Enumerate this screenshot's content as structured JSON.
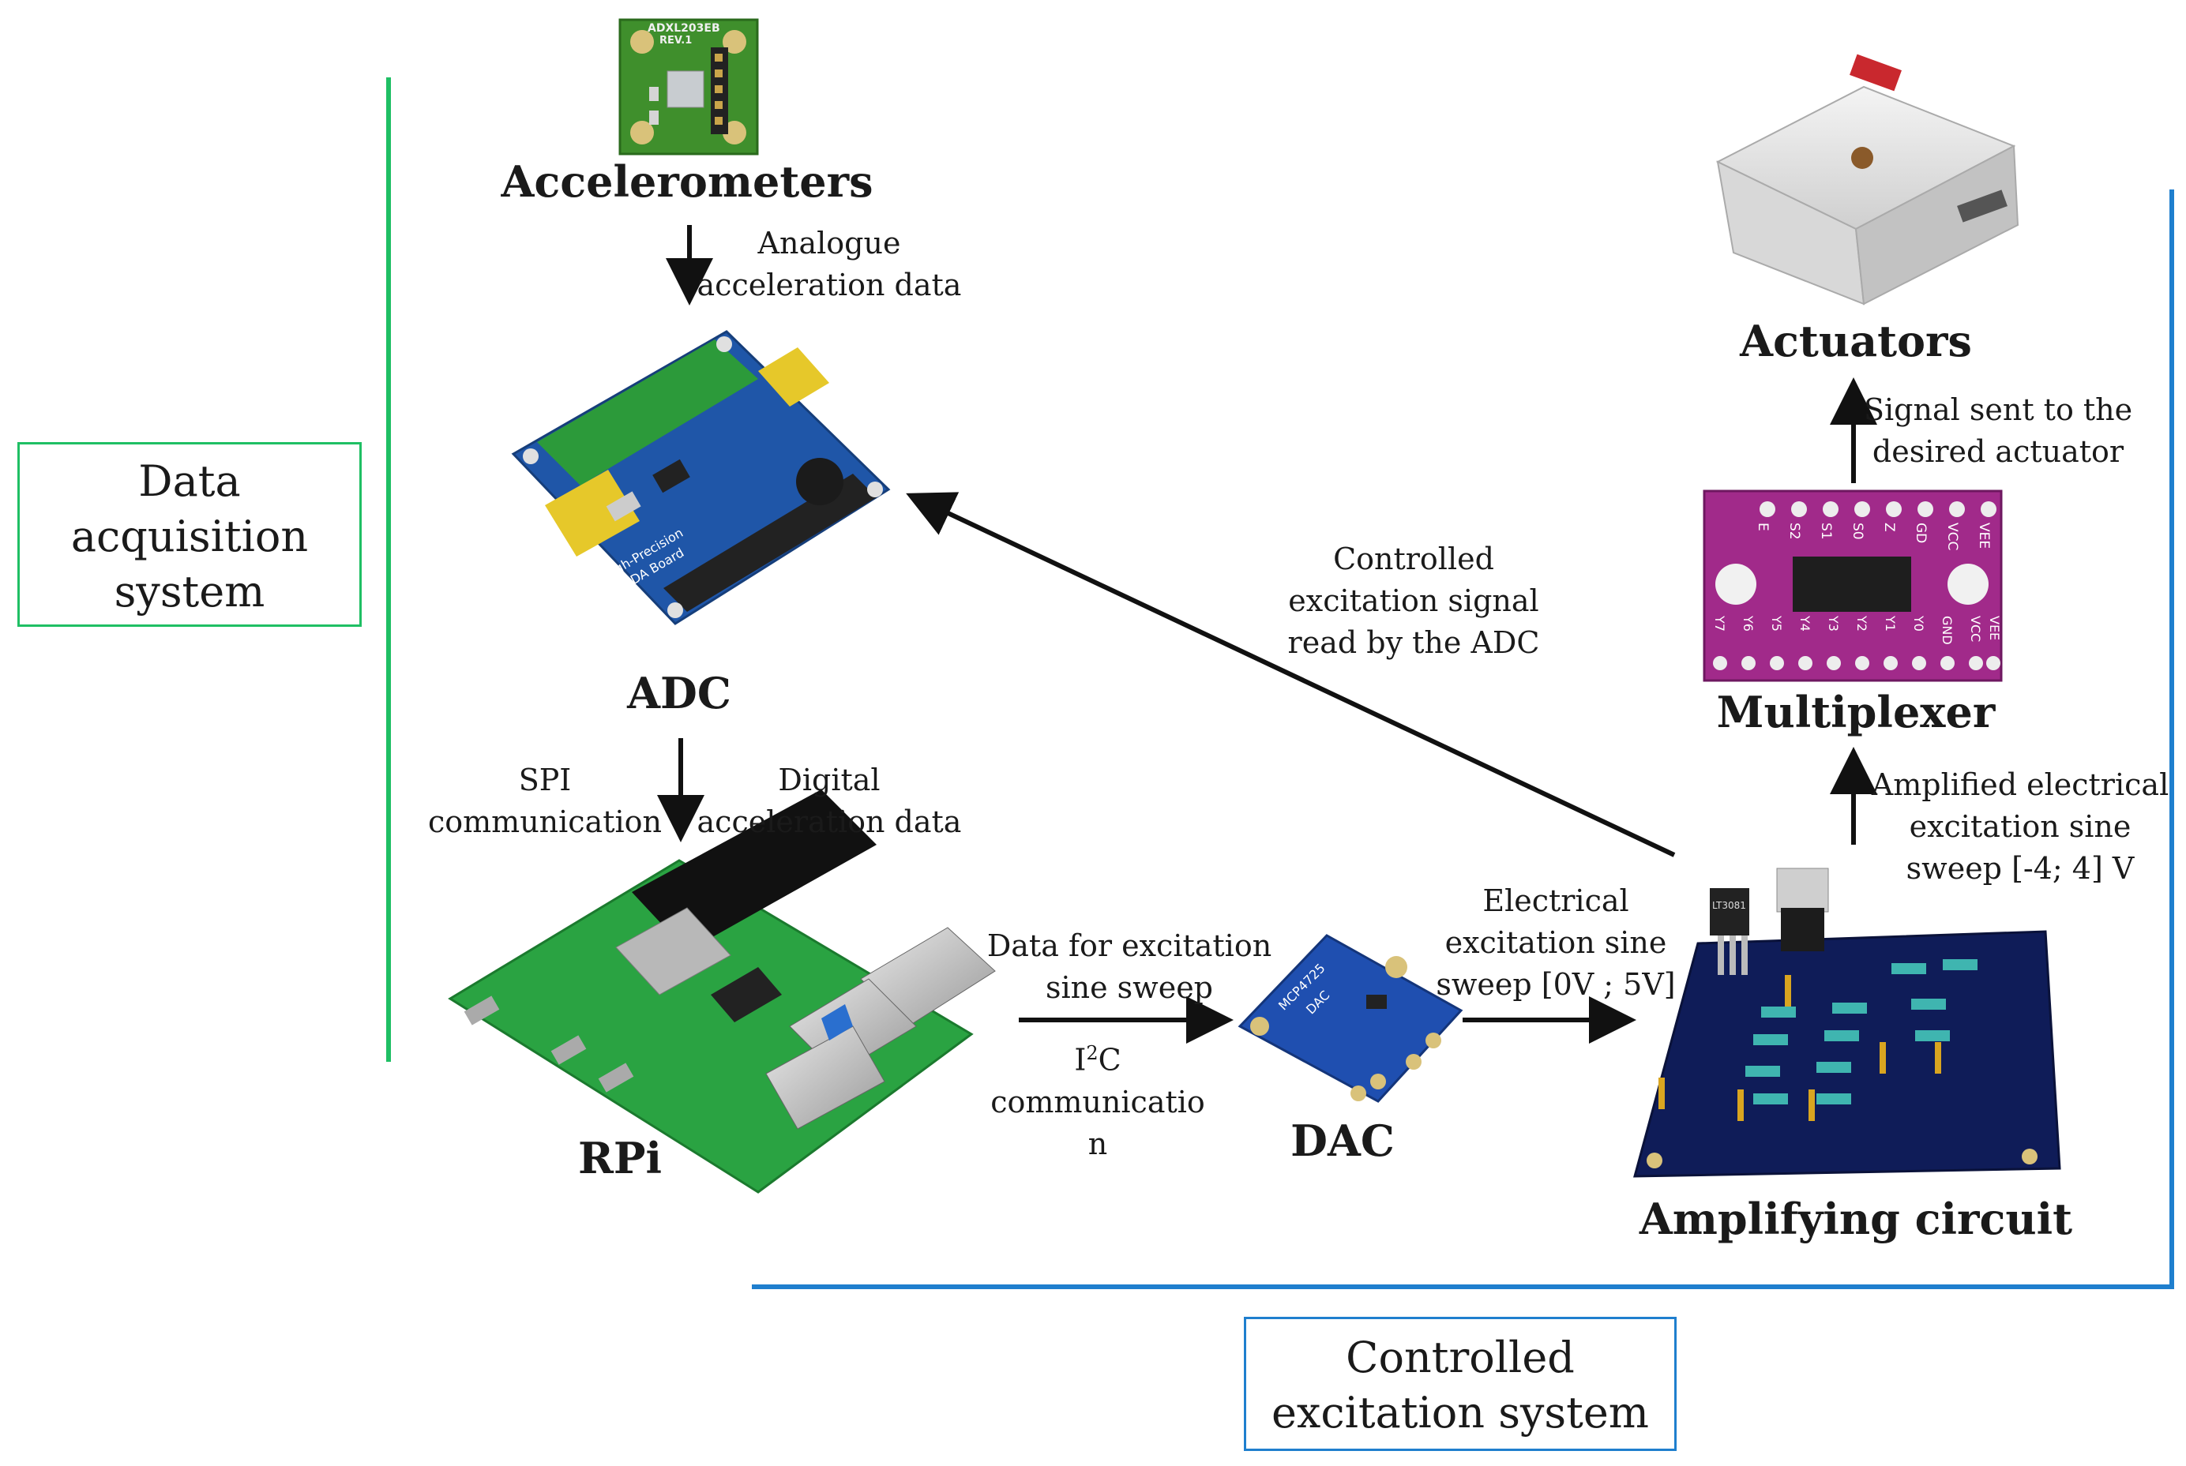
{
  "components": {
    "accelerometers": "Accelerometers",
    "adc": "ADC",
    "rpi": "RPi",
    "dac": "DAC",
    "amplifying_circuit": "Amplifying circuit",
    "multiplexer": "Multiplexer",
    "actuators": "Actuators"
  },
  "arrow_labels": {
    "analogue_1": "Analogue",
    "analogue_2": "acceleration data",
    "spi_1": "SPI",
    "spi_2": "communication",
    "digital_1": "Digital",
    "digital_2": "acceleration data",
    "data_excitation_1": "Data for excitation",
    "data_excitation_2": "sine sweep",
    "i2c_prefix": "I",
    "i2c_sup": "2",
    "i2c_suffix": "C",
    "i2c_2": "communicatio",
    "i2c_3": "n",
    "electrical_1": "Electrical",
    "electrical_2": "excitation sine",
    "electrical_3": "sweep [0V ; 5V]",
    "controlled_read_1": "Controlled",
    "controlled_read_2": "excitation signal",
    "controlled_read_3": "read by the ADC",
    "amplified_1": "Amplified electrical",
    "amplified_2": "excitation sine",
    "amplified_3": "sweep [-4; 4] V",
    "signal_sent_1": "Signal sent to the",
    "signal_sent_2": "desired actuator"
  },
  "systems": {
    "data_acquisition": [
      "Data",
      "acquisition",
      "system"
    ],
    "controlled_excitation": [
      "Controlled",
      "excitation system"
    ]
  },
  "board_markings": {
    "accelerometer_chip": "ADXL203EB",
    "accelerometer_rev": "REV.1",
    "adc_line1": "High-Precision",
    "adc_line2": "AD/DA Board",
    "dac_chip": "MCP4725",
    "dac_label": "DAC",
    "amp_chip": "LT3081",
    "mux_top": [
      "E",
      "S2",
      "S1",
      "S0",
      "Z",
      "GD",
      "VCC",
      "VEE"
    ],
    "mux_bottom": [
      "Y7",
      "Y6",
      "Y5",
      "Y4",
      "Y3",
      "Y2",
      "Y1",
      "Y0",
      "GND",
      "VCC",
      "VEE"
    ]
  },
  "colors": {
    "data_acquisition_line": "#1fbf64",
    "controlled_excitation_line": "#1f7fce",
    "arrow": "#111111"
  }
}
